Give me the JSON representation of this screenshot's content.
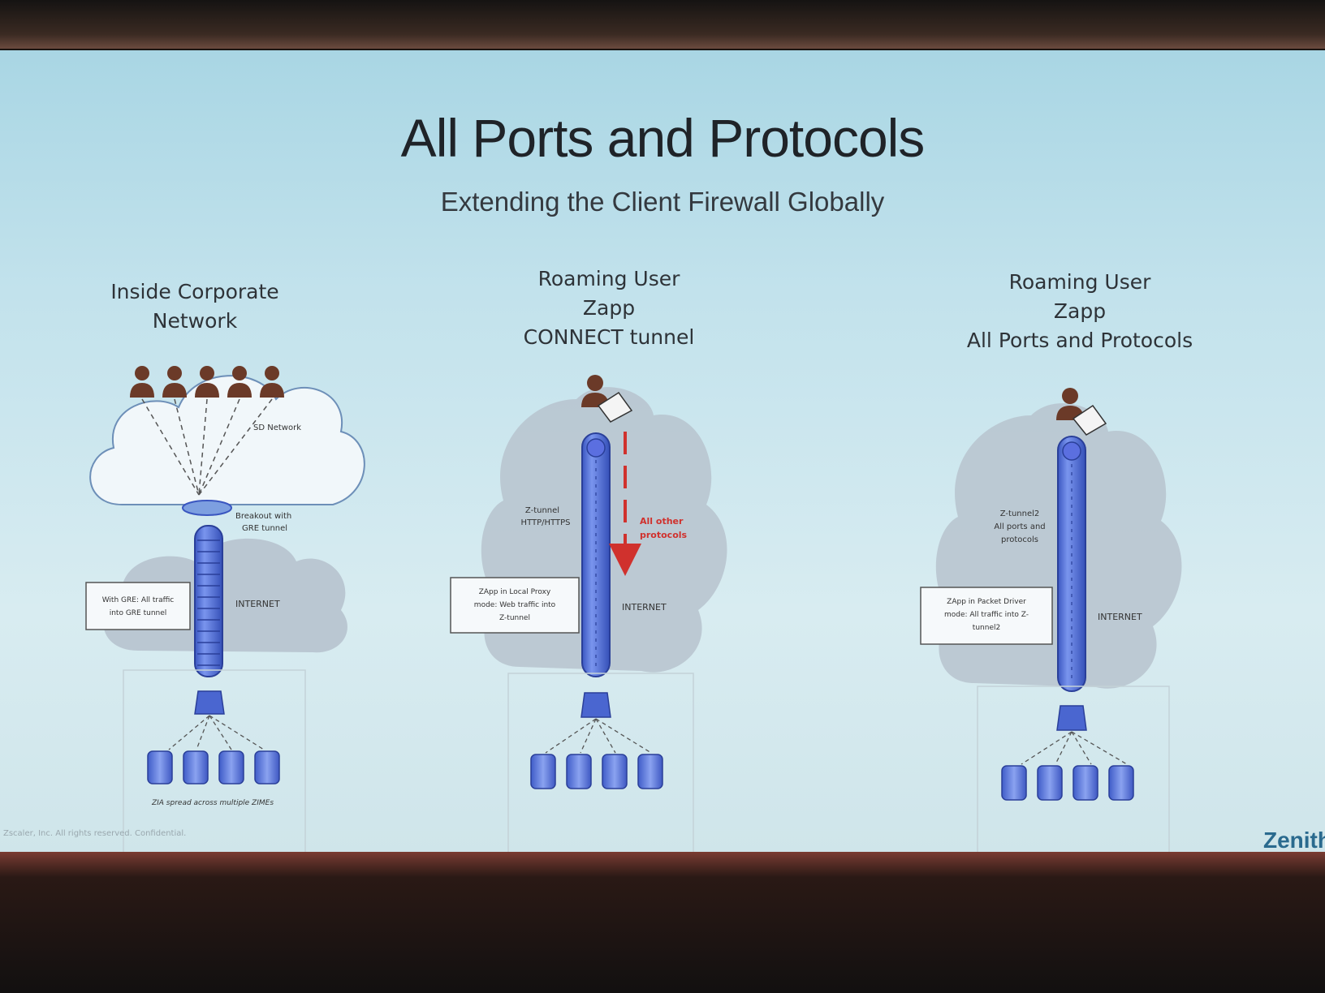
{
  "slide": {
    "title": "All Ports and Protocols",
    "subtitle": "Extending the Client Firewall Globally",
    "copyright": "Zscaler, Inc. All rights reserved. Confidential.",
    "brand": "Zenith"
  },
  "panels": [
    {
      "heading": [
        "Inside Corporate",
        "Network"
      ],
      "cloud_label": "SD Network",
      "breakout_label": [
        "Breakout with",
        "GRE tunnel"
      ],
      "box_label": [
        "With GRE: All traffic",
        "into GRE tunnel"
      ],
      "internet_label": "INTERNET",
      "footer_label": "ZIA spread across multiple ZIMEs"
    },
    {
      "heading": [
        "Roaming User",
        "Zapp",
        "CONNECT tunnel"
      ],
      "tunnel_label": [
        "Z-tunnel",
        "HTTP/HTTPS"
      ],
      "other_label": [
        "All other",
        "protocols"
      ],
      "box_label": [
        "ZApp in Local Proxy",
        "mode: Web traffic into",
        "Z-tunnel"
      ],
      "internet_label": "INTERNET"
    },
    {
      "heading": [
        "Roaming User",
        "Zapp",
        "All Ports and Protocols"
      ],
      "tunnel_label": [
        "Z-tunnel2",
        "All ports and",
        "protocols"
      ],
      "box_label": [
        "ZApp in Packet Driver",
        "mode: All traffic into Z-",
        "tunnel2"
      ],
      "internet_label": "INTERNET"
    }
  ],
  "colors": {
    "tunnel": "#4f6fd6",
    "alert_red": "#d0312d",
    "person": "#6b3a28",
    "server": "#5a76d8"
  }
}
